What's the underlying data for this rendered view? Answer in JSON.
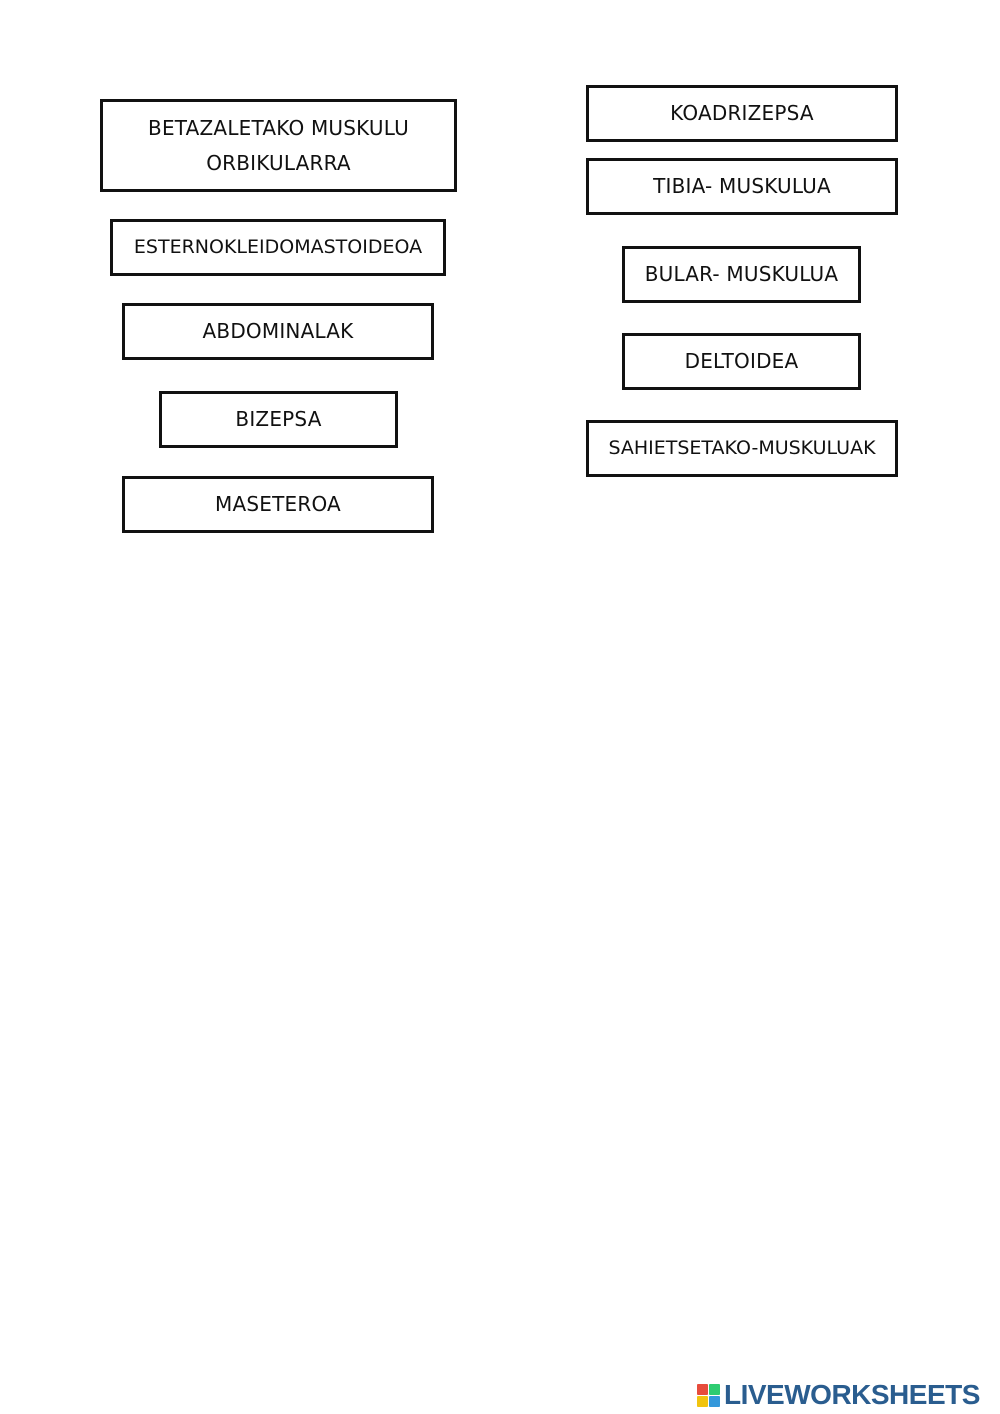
{
  "cards": [
    {
      "lines": [
        "BETAZALETAKO MUSKULU",
        "ORBIKULARRA"
      ]
    },
    {
      "text": "ESTERNOKLEIDOMASTOIDEOA"
    },
    {
      "text": "ABDOMINALAK"
    },
    {
      "text": "BIZEPSA"
    },
    {
      "text": "MASETEROA"
    },
    {
      "text": "KOADRIZEPSA"
    },
    {
      "text": "TIBIA- MUSKULUA"
    },
    {
      "text": "BULAR- MUSKULUA"
    },
    {
      "text": "DELTOIDEA"
    },
    {
      "text": "SAHIETSETAKO-MUSKULUAK"
    }
  ],
  "watermark": {
    "text": "LIVEWORKSHEETS",
    "color": "#2a5d8f",
    "mark_colors": [
      "#e74c3c",
      "#2ecc71",
      "#f1c40f",
      "#3498db"
    ]
  }
}
